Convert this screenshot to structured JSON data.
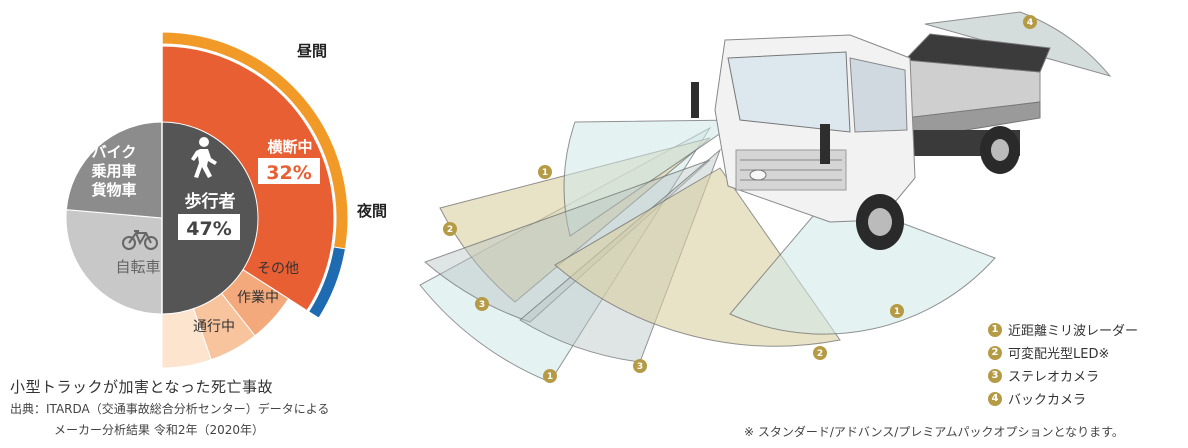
{
  "chart_data": {
    "type": "pie",
    "caption": "小型トラックが加害となった死亡事故",
    "source_line1": "出典：ITARDA（交通事故総合分析センター）データによる",
    "source_line2": "メーカー分析結果  令和2年（2020年）",
    "inner": {
      "label_line1": "歩行者",
      "value": 47,
      "value_label": "47%",
      "other_label_lines": [
        "バイク",
        "乗用車",
        "貨物車"
      ],
      "bicycle_label": "自転車"
    },
    "segments": [
      {
        "name": "横断中",
        "value": 32,
        "value_label": "32%",
        "color": "#e85f34"
      },
      {
        "name": "その他",
        "value": 5,
        "color": "#f3a97b"
      },
      {
        "name": "作業中",
        "value": 5,
        "color": "#f7c49e"
      },
      {
        "name": "通行中",
        "value": 5,
        "color": "#fde4cf"
      }
    ],
    "time_ring": [
      {
        "name": "昼間",
        "value": 26,
        "color": "#f29a28"
      },
      {
        "name": "夜間",
        "value": 6,
        "color": "#1e6bb1"
      }
    ],
    "inner_colors": {
      "pedestrian": "#555555",
      "vehicles": "#8c8c8c",
      "bicycle": "#c8c8c8"
    }
  },
  "sensors": {
    "legend": [
      {
        "num": "1",
        "label": "近距離ミリ波レーダー"
      },
      {
        "num": "2",
        "label": "可変配光型LED※"
      },
      {
        "num": "3",
        "label": "ステレオカメラ"
      },
      {
        "num": "4",
        "label": "バックカメラ"
      }
    ],
    "note": "※ スタンダード/アドバンス/プレミアムパックオプションとなります。",
    "colors": {
      "radar": "#cfe8e8",
      "led": "#d9cfa2",
      "camera": "#b9c4c4",
      "badge": "#b59b46"
    }
  }
}
